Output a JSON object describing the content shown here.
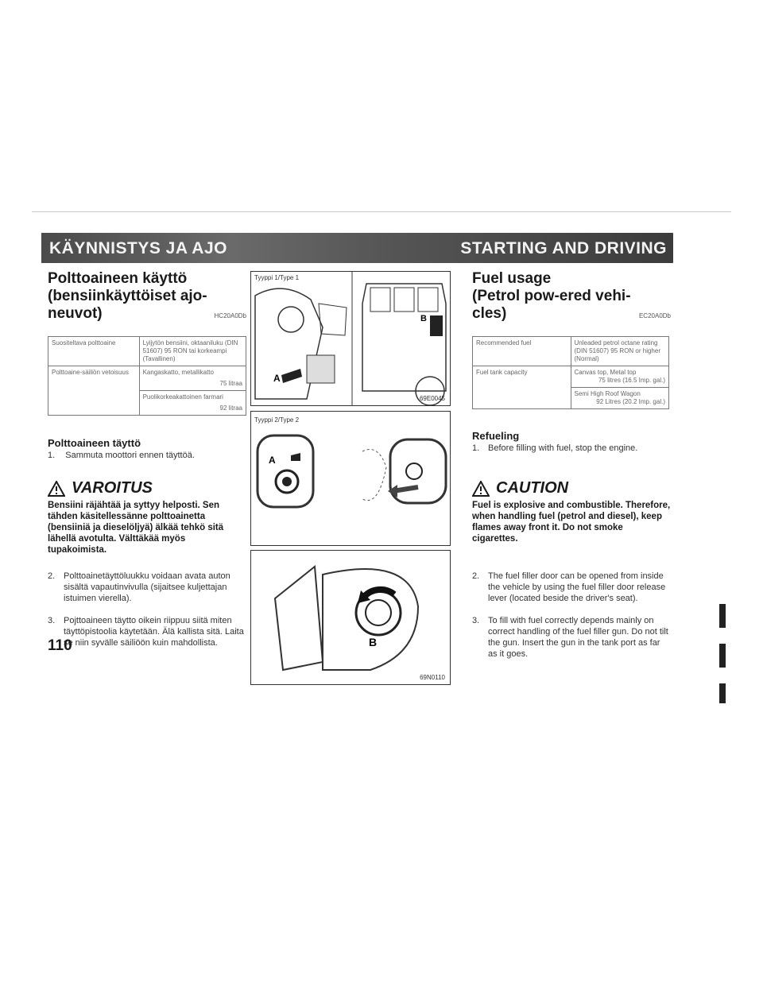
{
  "header": {
    "left_title": "KÄYNNISTYS JA AJO",
    "right_title": "STARTING AND DRIVING"
  },
  "fi": {
    "title_line1": "Polttoaineen käyttö",
    "title_line2": "(bensiinkäyttöiset ajo-",
    "title_line3": "neuvot)",
    "code": "HC20A0Db",
    "table": {
      "row1_label": "Suositeltava polttoaine",
      "row1_value": "Lyijytön bensiini, oktaaniluku (DIN 51607) 95 RON tai korkeampi (Tavallinen)",
      "row2_label": "Polttoaine-säiliön vetoisuus",
      "row2_value1": "Kangaskatto, metallikatto",
      "row2_value1_amount": "75 litraa",
      "row2_value2": "Puolikorkeakattoinen farmari",
      "row2_value2_amount": "92 litraa"
    },
    "subheading": "Polttoaineen täyttö",
    "step1_num": "1.",
    "step1": "Sammuta moottori ennen täyttöä.",
    "warning_title": "VAROITUS",
    "warning_text": "Bensiini räjähtää ja syttyy helposti. Sen tähden käsitellessänne polttoainetta (bensiiniä ja dieselöljyä) älkää tehkö sitä lähellä avotulta. Välttäkää myös tupakoimista.",
    "step2_num": "2.",
    "step2": "Polttoainetäyttöluukku voidaan avata auton sisältä vapautinvivulla (sijaitsee kuljettajan istuimen vierella).",
    "step3_num": "3.",
    "step3": "Pojttoaineen täytto oikein riippuu siitä miten täyttöpistoolia käytetään. Älä kallista sitä. Laita se niin syvälle säiliöön kuin mahdollista."
  },
  "page_number": "110",
  "figures": {
    "fig1_label": "Tyyppi 1/Type 1",
    "fig1_code": "69E0045",
    "fig1_marker_a": "A",
    "fig1_marker_b": "B",
    "fig2_label": "Tyyppi 2/Type 2",
    "fig2_marker_a": "A",
    "fig3_marker_b": "B",
    "fig3_code": "69N0110"
  },
  "en": {
    "title_line1": "Fuel usage",
    "title_line2": "(Petrol pow-ered vehi-",
    "title_line3": "cles)",
    "code": "EC20A0Db",
    "table": {
      "row1_label": "Recommended fuel",
      "row1_value": "Unleaded petrol octane rating (DIN 51607) 95 RON or higher (Normal)",
      "row2_label": "Fuel tank capacity",
      "row2_value1": "Canvas top, Metal top",
      "row2_value1_amount": "75 litres (16.5 Imp. gal.)",
      "row2_value2": "Semi High Roof Wagon",
      "row2_value2_amount": "92 Litres (20.2 Imp. gal.)"
    },
    "subheading": "Refueling",
    "step1_num": "1.",
    "step1": "Before filling with fuel, stop the engine.",
    "caution_title": "CAUTION",
    "caution_text": "Fuel is explosive and combustible. Therefore, when handling fuel (petrol and diesel), keep flames away front it. Do not smoke cigarettes.",
    "step2_num": "2.",
    "step2": "The fuel filler door can be opened from inside the vehicle by using the fuel filler door release lever (located beside the driver's seat).",
    "step3_num": "3.",
    "step3": "To fill with fuel correctly depends mainly on correct handling of the fuel filler gun. Do not tilt the gun. Insert the gun in the tank port as far as it goes."
  }
}
